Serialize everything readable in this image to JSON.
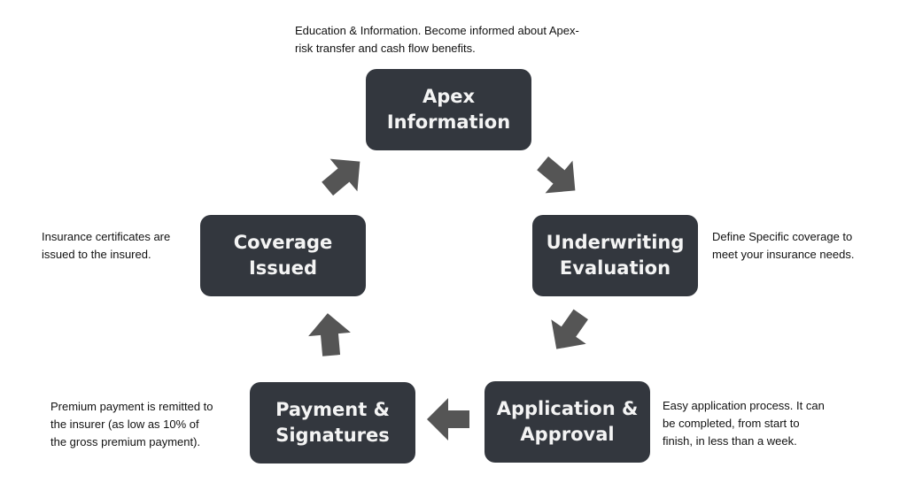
{
  "steps": [
    {
      "line1": "Apex",
      "line2": "Information",
      "note": [
        "Education & Information. Become informed about Apex-",
        "risk transfer and cash flow benefits."
      ]
    },
    {
      "line1": "Underwriting",
      "line2": "Evaluation",
      "note": [
        "Define Specific coverage to",
        "meet your insurance needs."
      ]
    },
    {
      "line1": "Application &",
      "line2": "Approval",
      "note": [
        "Easy application process.  It can",
        "be completed, from start to",
        "finish, in less than a week."
      ]
    },
    {
      "line1": "Payment &",
      "line2": "Signatures",
      "note": [
        "Premium payment is remitted to",
        "the insurer (as low as 10% of",
        "the gross premium payment)."
      ]
    },
    {
      "line1": "Coverage",
      "line2": "Issued",
      "note": [
        "Insurance certificates are",
        "issued to the insured."
      ]
    }
  ],
  "colors": {
    "box": "#33373e",
    "arrow": "#555555"
  }
}
